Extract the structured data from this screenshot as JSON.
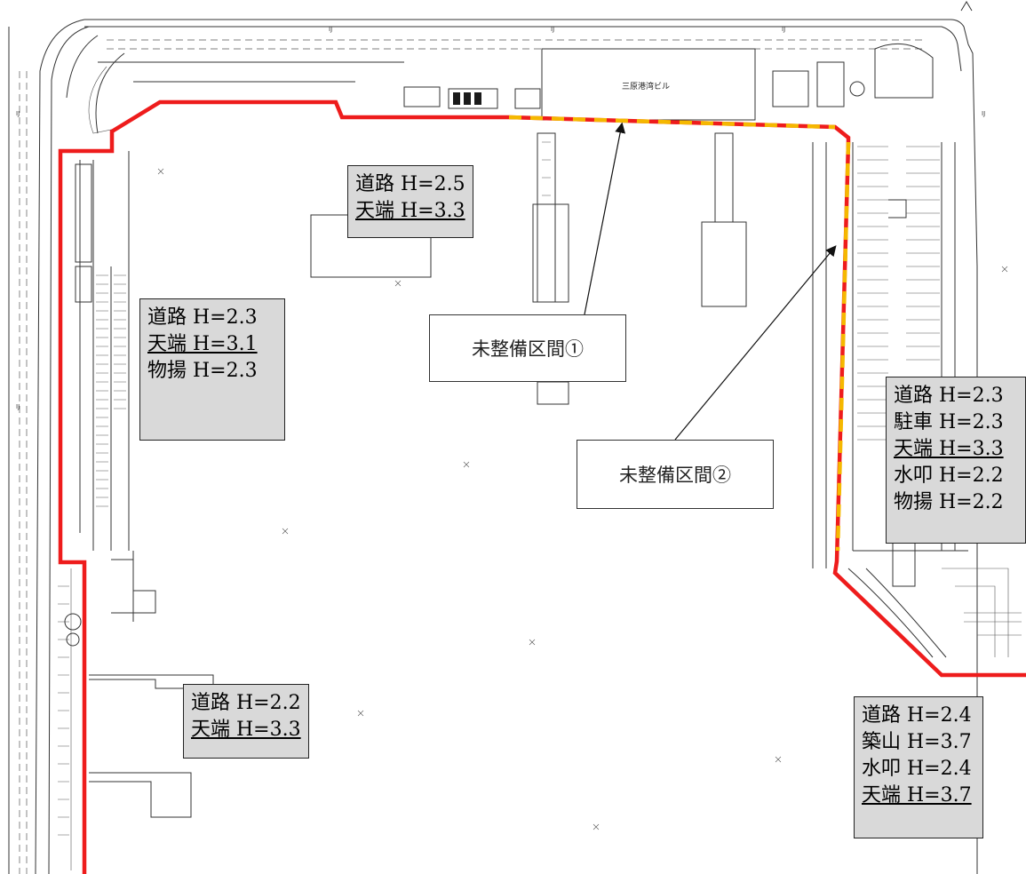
{
  "building_label": "三原港湾ビル",
  "colors": {
    "boundary": "#ee1c1c",
    "unimproved_dash": "#f5b800",
    "box_bg": "#d9d9d9"
  },
  "labels": {
    "top": [
      "道路 H=2.5",
      "天端 H=3.3"
    ],
    "left": [
      "道路 H=2.3",
      "天端 H=3.1",
      "物揚 H=2.3"
    ],
    "right": [
      "道路 H=2.3",
      "駐車 H=2.3",
      "天端 H=3.3",
      "水叩 H=2.2",
      "物揚 H=2.2"
    ],
    "bottom_left": [
      "道路 H=2.2",
      "天端 H=3.3"
    ],
    "bottom_right": [
      "道路 H=2.4",
      "築山 H=3.7",
      "水叩 H=2.4",
      "天端 H=3.7"
    ]
  },
  "callouts": {
    "section1": "未整備区間①",
    "section2": "未整備区間②"
  }
}
